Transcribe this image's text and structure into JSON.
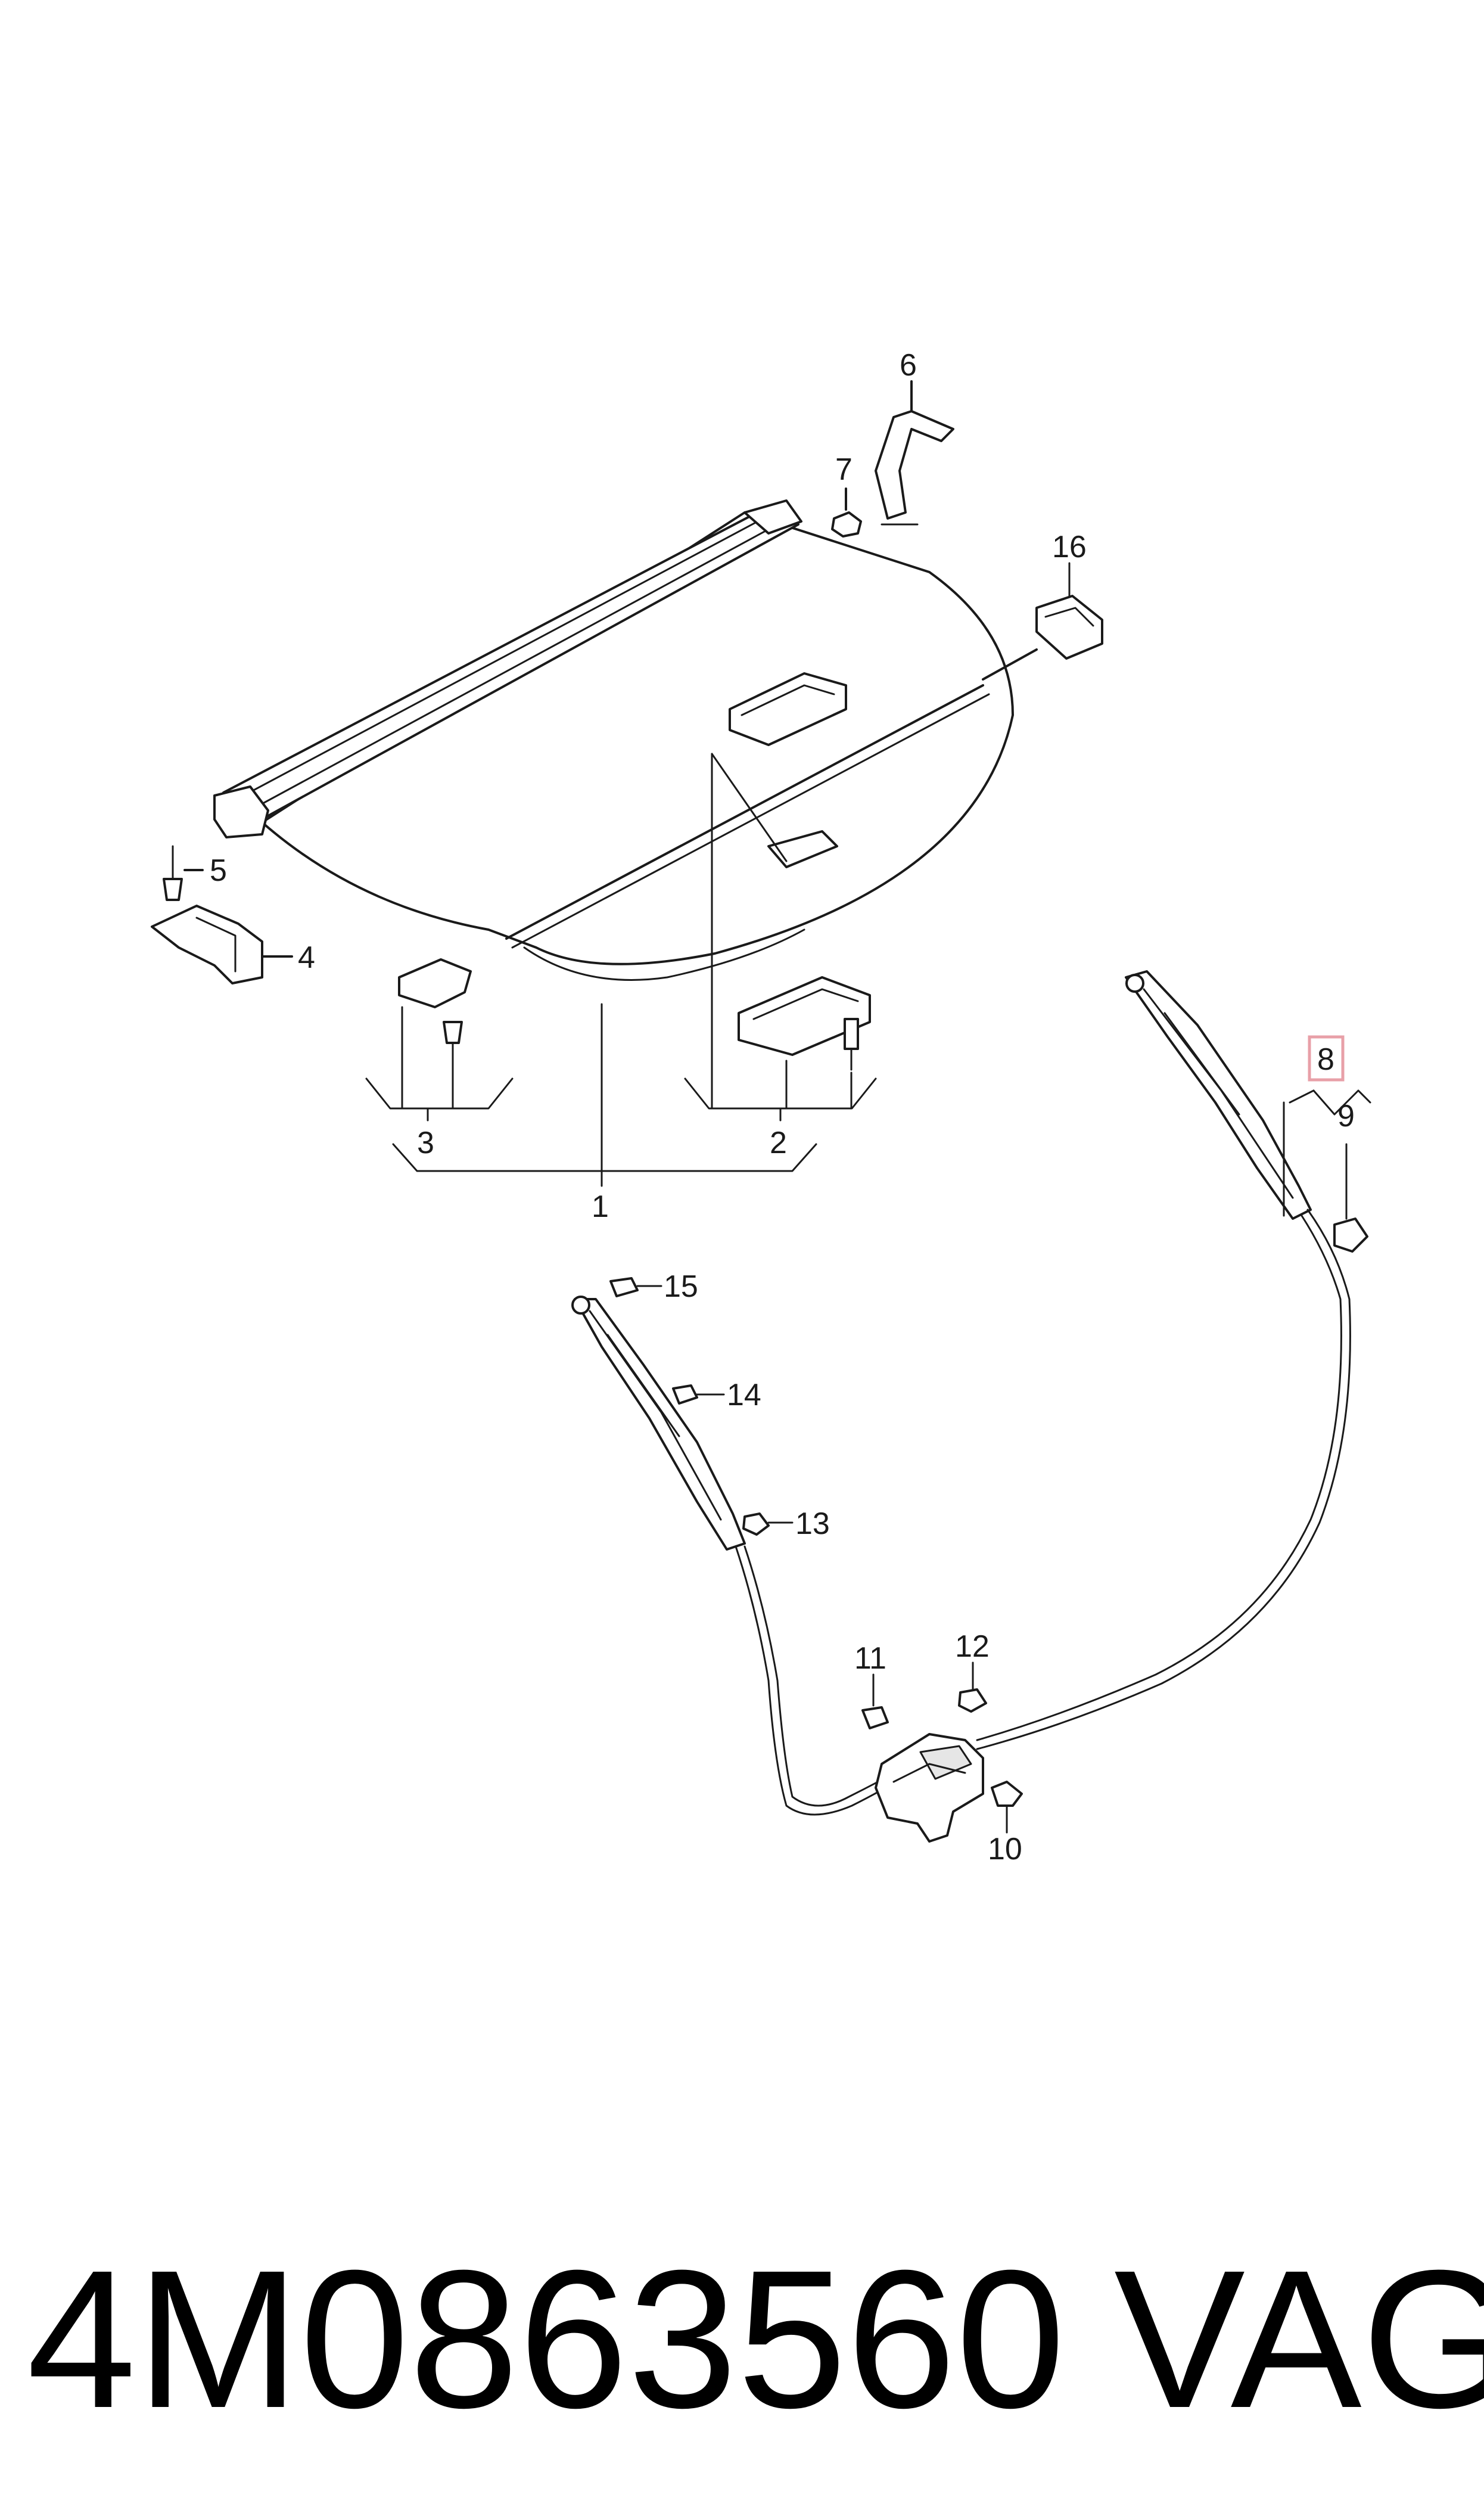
{
  "callouts": {
    "c1": "1",
    "c2": "2",
    "c3": "3",
    "c4": "4",
    "c5": "5",
    "c6": "6",
    "c7": "7",
    "c8": "8",
    "c9": "9",
    "c10": "10",
    "c11": "11",
    "c12": "12",
    "c13": "13",
    "c14": "14",
    "c15": "15",
    "c16": "16"
  },
  "highlighted_callout": "8",
  "highlight_color": "#e8a0a8",
  "footer": {
    "part_number": "4M0863560",
    "brand": "VAG"
  }
}
